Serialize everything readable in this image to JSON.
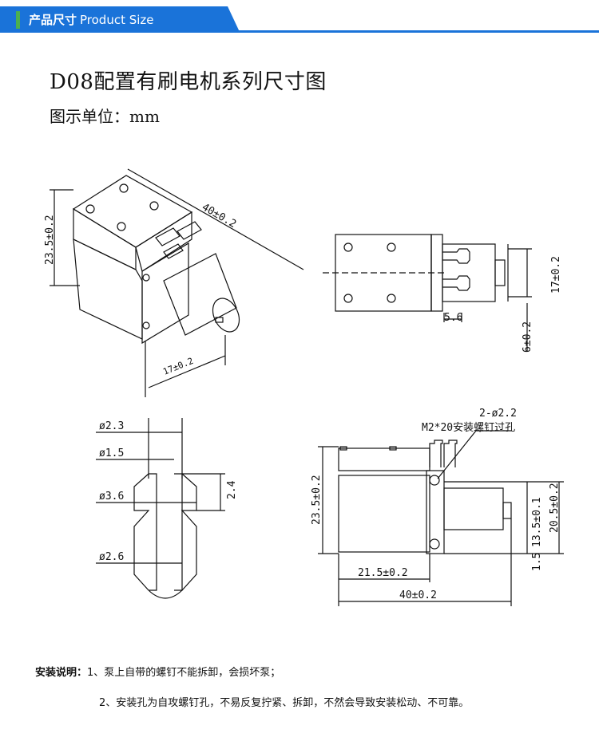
{
  "header": {
    "title_cn": "产品尺寸",
    "title_en": "Product Size",
    "accent_color": "#1a73d9",
    "bar_color": "#1a73d9",
    "green_accent": "#4caf50"
  },
  "title": "D08配置有刷电机系列尺寸图",
  "unit_label": "图示单位：mm",
  "dims": {
    "iso_length": "40±0.2",
    "iso_height": "23.5±0.2",
    "iso_width": "17±0.2",
    "top_width": "17±0.2",
    "top_offset": "5.6",
    "top_small": "6±0.2",
    "nozzle_d23": "ø2.3",
    "nozzle_d15": "ø1.5",
    "nozzle_d36": "ø3.6",
    "nozzle_d26": "ø2.6",
    "nozzle_len": "2.4",
    "front_holes": "2-ø2.2",
    "front_screw": "M2*20安装螺钉过孔",
    "front_height": "23.5±0.2",
    "front_205": "20.5±0.2",
    "front_135": "13.5±0.1",
    "front_15": "1.5",
    "front_215": "21.5±0.2",
    "front_40": "40±0.2"
  },
  "notes": {
    "label": "安装说明：",
    "item1": "1、泵上自带的螺钉不能拆卸，会损坏泵；",
    "item2": "2、安装孔为自攻螺钉孔，不易反复拧紧、拆卸，不然会导致安装松动、不可靠。"
  }
}
